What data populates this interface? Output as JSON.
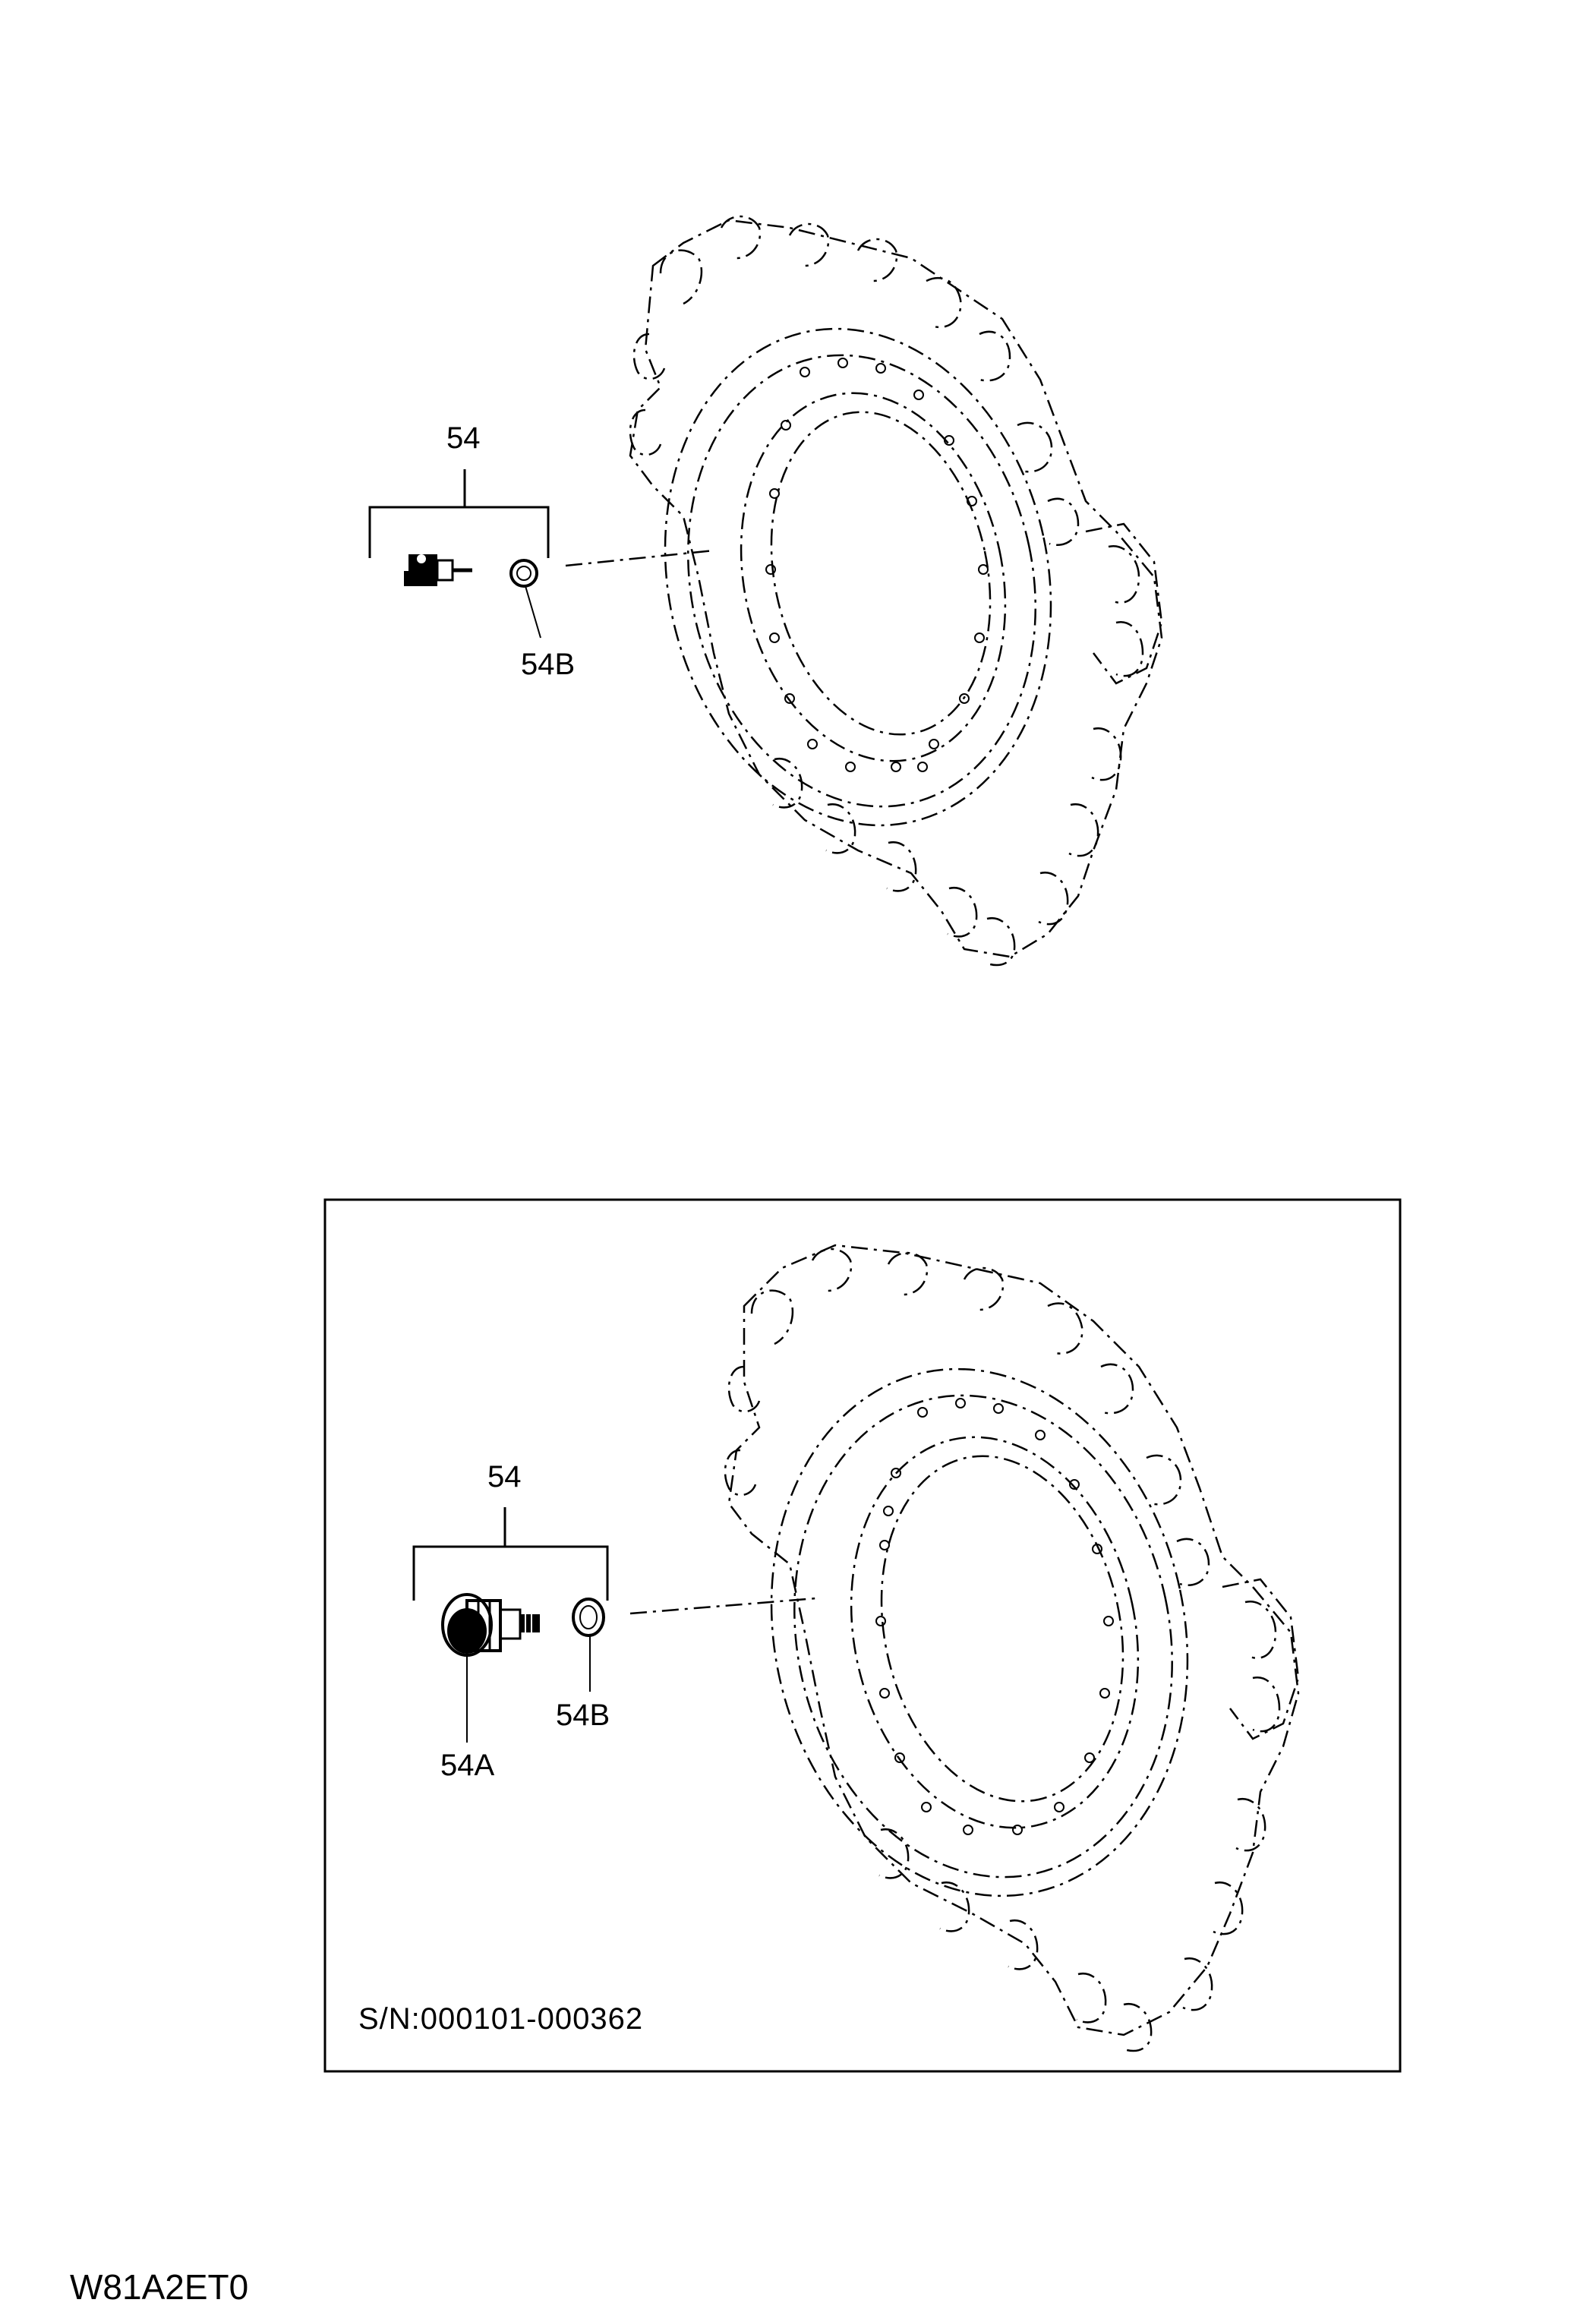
{
  "diagrams": [
    {
      "callouts": {
        "assembly": "54",
        "washer": "54B"
      }
    },
    {
      "callouts": {
        "assembly": "54",
        "sensor": "54A",
        "washer": "54B"
      },
      "serial_range": "S/N:000101-000362"
    }
  ],
  "drawing_code": "W81A2ET0"
}
